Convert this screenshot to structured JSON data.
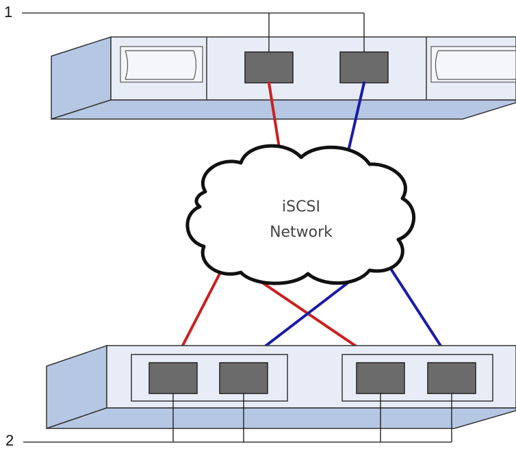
{
  "callouts": {
    "top": "1",
    "bottom": "2"
  },
  "cloud": {
    "line1": "iSCSI",
    "line2": "Network"
  },
  "colors": {
    "red_cable": "#cc1f1f",
    "blue_cable": "#1a1aa8",
    "chassis_side": "#b5c7e3",
    "chassis_face": "#e7ecf6",
    "port": "#6b6b6b"
  },
  "top_unit": {
    "ports": [
      "port-a",
      "port-b"
    ],
    "drives": [
      "drive-left",
      "drive-right"
    ]
  },
  "bottom_unit": {
    "groups": [
      {
        "ports": [
          "port-1",
          "port-2"
        ]
      },
      {
        "ports": [
          "port-3",
          "port-4"
        ]
      }
    ]
  }
}
